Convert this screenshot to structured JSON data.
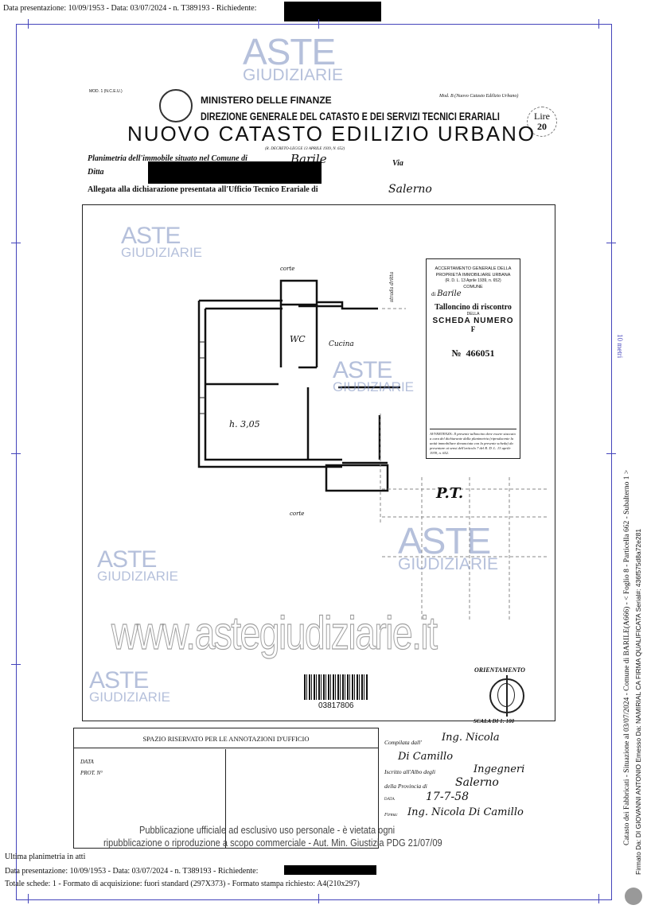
{
  "header": {
    "line": "Data presentazione: 10/09/1953 - Data: 03/07/2024 - n. T389193 - Richiedente:"
  },
  "form": {
    "corner_code": "MOD. 1 (N.C.E.U.)",
    "ministry": "MINISTERO DELLE FINANZE",
    "direction": "DIREZIONE GENERALE DEL CATASTO E DEI SERVIZI TECNICI ERARIALI",
    "title": "NUOVO CATASTO EDILIZIO URBANO",
    "decree": "(R. DECRETO-LEGGE 13 APRILE 1939, N. 652)",
    "model": "Mod. B (Nuovo Catasto Edilizio Urbano)",
    "stamp_label": "Lire",
    "stamp_value": "20",
    "planimetria_label": "Planimetria dell'immobile situato nel Comune di",
    "comune_value": "Barile",
    "via_label": "Via",
    "ditta_label": "Ditta",
    "allegata_label": "Allegata alla dichiarazione presentata all'Ufficio Tecnico Erariale di",
    "ufficio_value": "Salerno"
  },
  "plan": {
    "label_corte_top": "corte",
    "label_corte_bottom": "corte",
    "label_strada": "strada dritta",
    "label_wc": "WC",
    "label_cucina": "Cucina",
    "label_height": "h. 3,05",
    "label_floor": "P.T."
  },
  "tallon": {
    "heading": "ACCERTAMENTO GENERALE DELLA PROPRIETÀ IMMOBILIARE URBANA",
    "law": "(R. D. L. 13 Aprile 1939, n. 652)",
    "comune_label": "COMUNE",
    "comune_prefix": "di",
    "comune_value": "Barile",
    "tallon_title": "Talloncino di riscontro",
    "della": "DELLA",
    "scheda": "SCHEDA NUMERO",
    "scheda_letter": "F",
    "number_label": "№",
    "number": "466051",
    "avvertenza": "AVVERTENZA: Il presente talloncino deve essere staccato a cura del dichiarante dalla planimetria (riproducente la unità immobiliare denunciata con la presente scheda) da presentare ai sensi dell'articolo 7 del R. D. L. 13 aprile 1939, n. 652."
  },
  "barcode": "03817806",
  "orientation": {
    "label": "ORIENTAMENTO",
    "scale": "SCALA DI 1: 100"
  },
  "office": {
    "title": "SPAZIO RISERVATO PER LE ANNOTAZIONI D'UFFICIO",
    "data_label": "DATA",
    "prot_label": "PROT. N°"
  },
  "compiler": {
    "compilata_label": "Compilata dall'",
    "compilata_value": "Ing. Nicola",
    "name_value": "Di Camillo",
    "iscritto_label": "Iscritto all'Albo degli",
    "iscritto_value": "Ingegneri",
    "provincia_label": "della Provincia di",
    "provincia_value": "Salerno",
    "data_label": "DATA",
    "data_value": "17-7-58",
    "firma_label": "Firma:",
    "firma_value": "Ing. Nicola Di Camillo"
  },
  "watermark": {
    "aste": "ASTE",
    "giudiziarie": "GIUDIZIARIE",
    "site": "www.astegiudiziarie.it",
    "notice_line1": "Pubblicazione ufficiale ad esclusivo uso personale - è vietata ogni",
    "notice_line2": "ripubblicazione o riproduzione a scopo commerciale - Aut. Min. Giustizia PDG 21/07/09"
  },
  "footer": {
    "ultima": "Ultima planimetria in atti",
    "line1": "Data presentazione: 10/09/1953 - Data: 03/07/2024 - n. T389193 - Richiedente:",
    "line2": "Totale schede: 1 - Formato di acquisizione: fuori standard (297X373) - Formato stampa richiesto: A4(210x297)"
  },
  "side": {
    "scale_label": "10 metri",
    "catasto": "Catasto dei Fabbricati - Situazione al 03/07/2024 - Comune di BARILE(A666) - < Foglio 8 - Particella 662 - Subalterno 1 >",
    "firmato": "Firmato Da: DI GIOVANNI ANTONIO Emesso Da: NAMIRIAL CA FIRMA QUALIFICATA Serial#: 436f575d8a72e281"
  }
}
